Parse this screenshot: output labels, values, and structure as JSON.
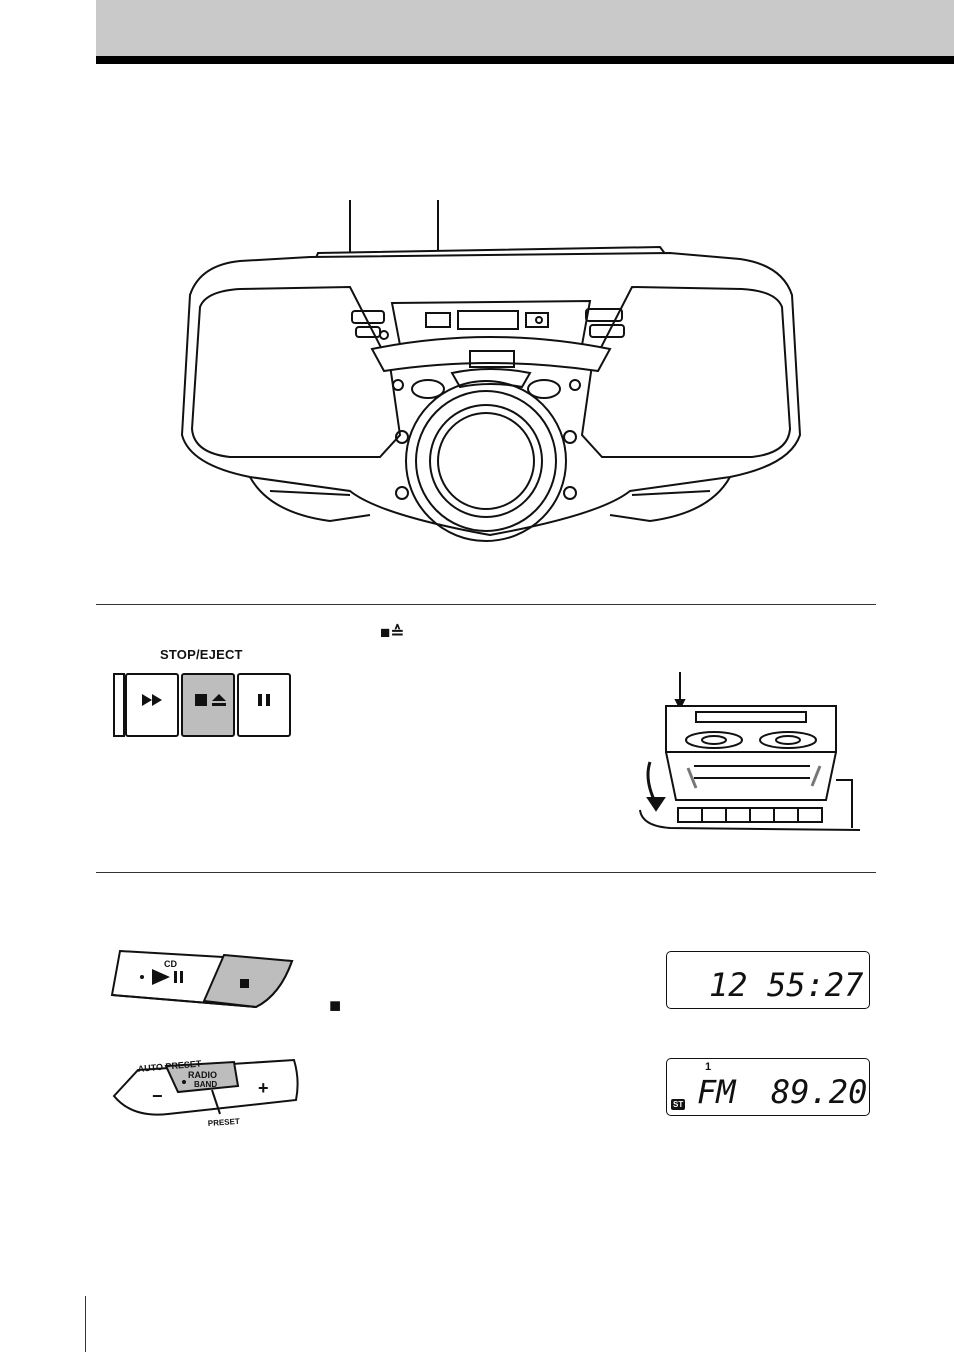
{
  "stop_eject_panel": {
    "label": "STOP/EJECT",
    "inline_symbol": "■≙"
  },
  "cd_panel": {
    "cd_label": "CD",
    "stop_symbol": "■"
  },
  "lcd_cd": {
    "track": "12",
    "time": "55:27"
  },
  "radio_panel": {
    "auto_preset_label": "AUTO PRESET",
    "radio_label": "RADIO",
    "band_label": "BAND",
    "preset_label": "PRESET",
    "minus": "−",
    "plus": "+"
  },
  "lcd_radio": {
    "preset_number": "1",
    "stereo_badge": "ST",
    "band": "FM",
    "frequency": "89.20"
  },
  "colors": {
    "header_band": "#c9c9c9",
    "highlight_gray": "#bdbdbd",
    "ink": "#111111"
  }
}
